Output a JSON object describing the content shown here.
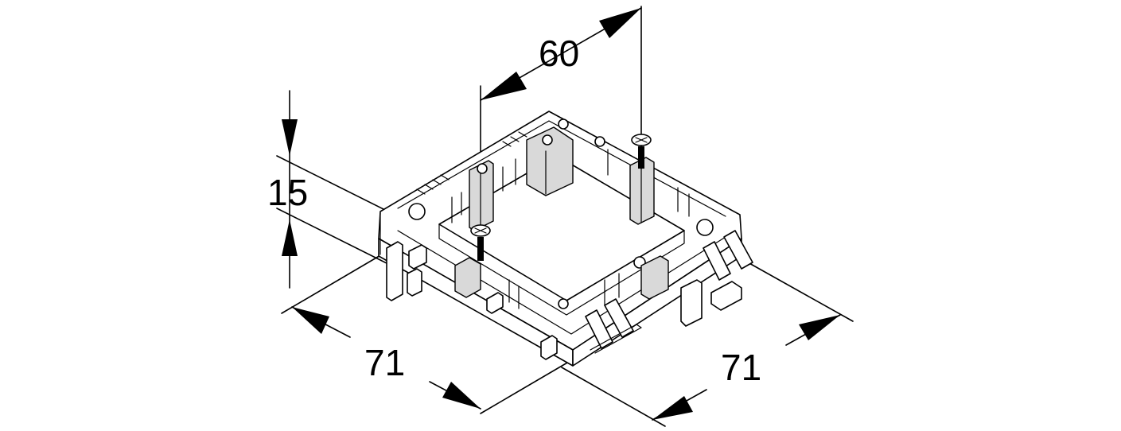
{
  "drawing": {
    "dimensions": {
      "pitch": "60",
      "height": "15",
      "width_left": "71",
      "width_right": "71"
    }
  }
}
